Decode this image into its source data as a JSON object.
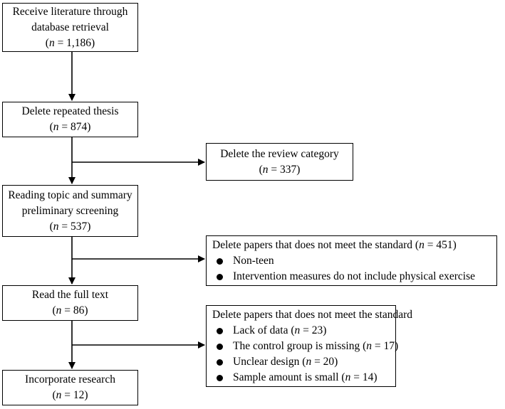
{
  "flow": {
    "box1": {
      "lines": [
        "Receive literature through",
        "database retrieval"
      ],
      "n_label": "(n = 1,186)",
      "n": "1,186"
    },
    "box2": {
      "lines": [
        "Delete repeated thesis"
      ],
      "n_label": "(n = 874)",
      "n": "874"
    },
    "box3": {
      "lines": [
        "Reading topic and summary",
        "preliminary screening"
      ],
      "n_label": "(n = 537)",
      "n": "537"
    },
    "box4": {
      "lines": [
        "Read the full text"
      ],
      "n_label": "(n = 86)",
      "n": "86"
    },
    "box5": {
      "lines": [
        "Incorporate research"
      ],
      "n_label": "(n = 12)",
      "n": "12"
    }
  },
  "side": {
    "review": {
      "title": "Delete the review category",
      "n_label": "(n = 337)",
      "n": "337"
    },
    "standard1": {
      "title": "Delete papers  that does not meet the standard (n = 451)",
      "n": "451",
      "items": [
        "Non-teen",
        "Intervention measures do not include physical exercise"
      ]
    },
    "standard2": {
      "title": "Delete papers  that does not meet the standard",
      "items": [
        {
          "text": "Lack of data",
          "n": "23",
          "label": "Lack of data (n = 23)"
        },
        {
          "text": "The control group is missing",
          "n": "17",
          "label": "The control group is missing (n = 17)"
        },
        {
          "text": "Unclear design",
          "n": "20",
          "label": "Unclear design (n = 20)"
        },
        {
          "text": "Sample amount is small",
          "n": "14",
          "label": "Sample amount is small (n = 14)"
        }
      ]
    }
  }
}
